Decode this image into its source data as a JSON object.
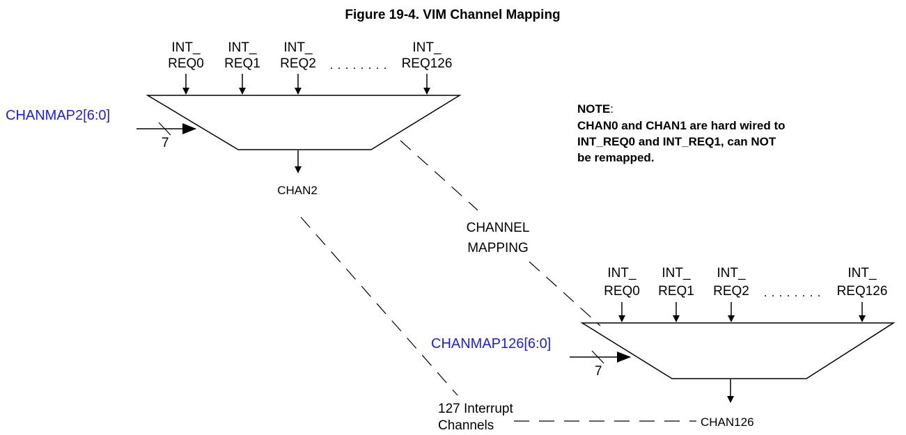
{
  "title": "Figure 19-4. VIM Channel Mapping",
  "note": {
    "heading": "NOTE",
    "colon": ":",
    "lines": [
      "CHAN0 and CHAN1 are hard wired to",
      "INT_REQ0 and INT_REQ1, can NOT",
      "be remapped."
    ]
  },
  "mux_top": {
    "inputs": [
      {
        "line1": "INT_",
        "line2": "REQ0"
      },
      {
        "line1": "INT_",
        "line2": "REQ1"
      },
      {
        "line1": "INT_",
        "line2": "REQ2"
      },
      {
        "line1": "INT_",
        "line2": "REQ126"
      }
    ],
    "select_label": "CHANMAP2[6:0]",
    "bus_width": "7",
    "output_label": "CHAN2"
  },
  "mux_bottom": {
    "inputs": [
      {
        "line1": "INT_",
        "line2": "REQ0"
      },
      {
        "line1": "INT_",
        "line2": "REQ1"
      },
      {
        "line1": "INT_",
        "line2": "REQ2"
      },
      {
        "line1": "INT_",
        "line2": "REQ126"
      }
    ],
    "select_label": "CHANMAP126[6:0]",
    "bus_width": "7",
    "output_label": "CHAN126"
  },
  "channel_mapping": {
    "line1": "CHANNEL",
    "line2": "MAPPING"
  },
  "interrupt_channels": {
    "line1": "127 Interrupt",
    "line2": "Channels"
  },
  "colors": {
    "select_label": "#1a1aff",
    "lines": "#000000"
  }
}
